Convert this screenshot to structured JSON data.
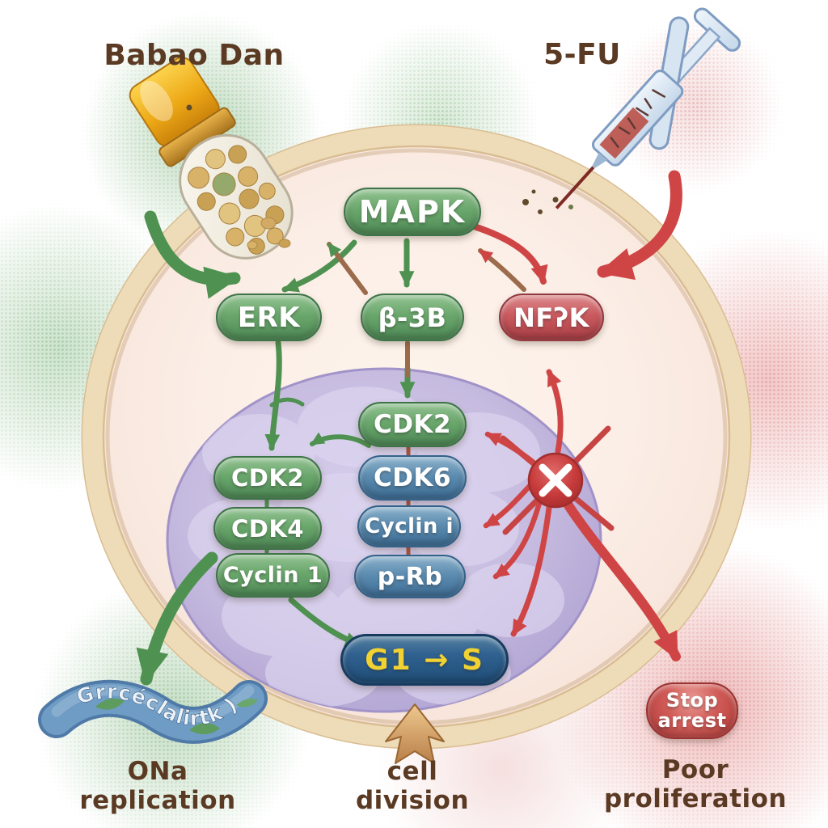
{
  "drugs": {
    "babao_dan": {
      "label": "Babao Dan",
      "icon": "pill-bottle"
    },
    "five_fu": {
      "label": "5-FU",
      "icon": "syringe"
    }
  },
  "pathway": {
    "mapk": "MAPK",
    "erk": "ERK",
    "gsk3b": "β-3B",
    "nfkb": "NFʔK"
  },
  "nucleus": {
    "left_column": [
      "CDK2",
      "CDK4",
      "Cyclin 1"
    ],
    "center_column": [
      "CDK2",
      "CDK6",
      "Cyclin i",
      "p-Rb"
    ],
    "g1_s": "G1 → S"
  },
  "outcomes": {
    "ribbon_text": "Grrcéclalirtk )",
    "dna_replication": "ONa replication",
    "cell_division": "cell division",
    "stop_arrest": {
      "line1": "Stop",
      "line2": "arrest"
    },
    "poor_proliferation": "Poor proliferation"
  },
  "icons": {
    "blocked": "blocked-x",
    "division_arrow": "up-arrow",
    "dna_banner": "ribbon-banner"
  },
  "colors": {
    "green_node": "#5f9e63",
    "red_node": "#c9565b",
    "blue_node": "#5586ab",
    "dark_blue_node": "#2e6190",
    "green_arrow": "#4e9150",
    "red_arrow": "#cf4545",
    "brown_text": "#5b3a24",
    "yellow_text": "#f2d231"
  }
}
